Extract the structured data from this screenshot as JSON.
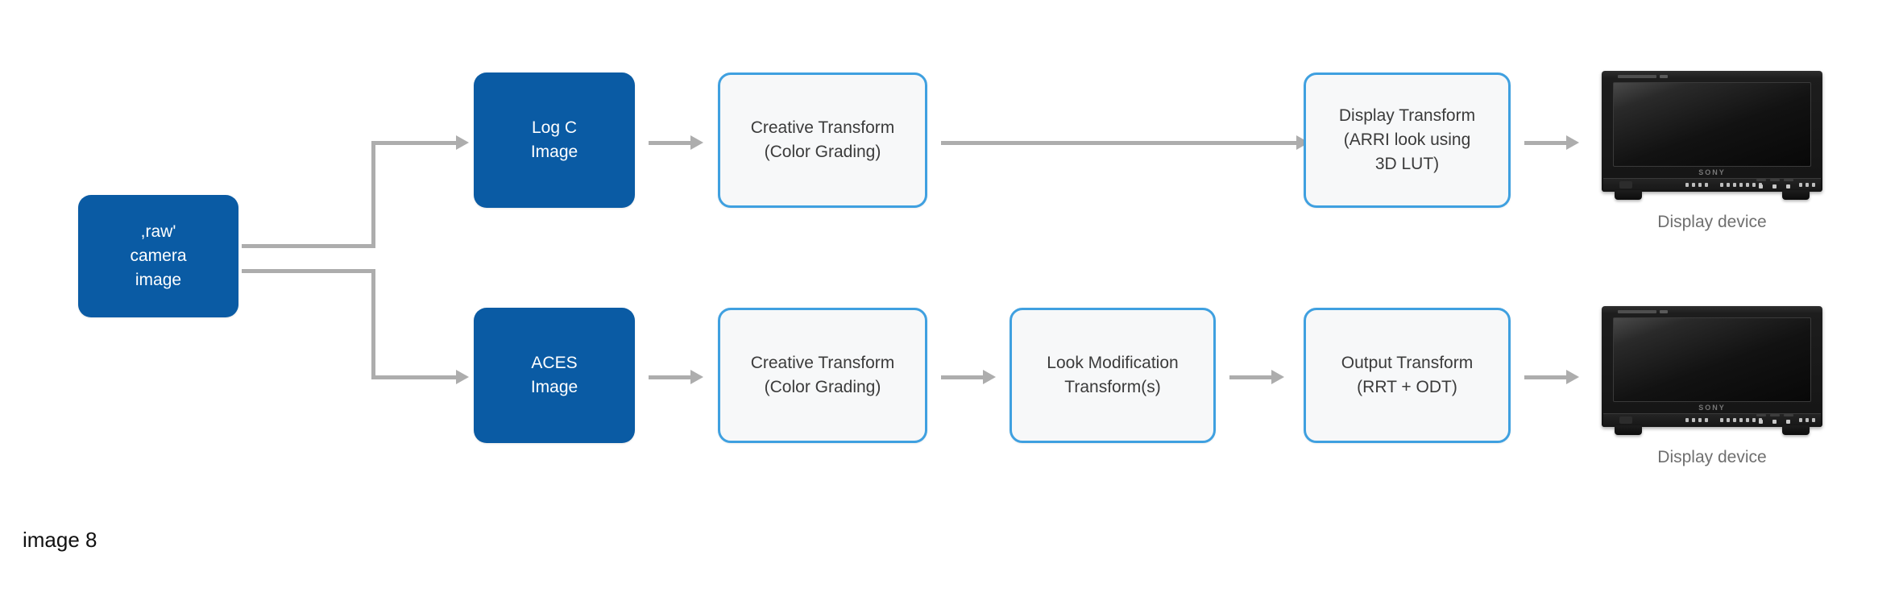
{
  "figure": {
    "caption": "image 8",
    "colors": {
      "solid_node_fill": "#0a5ba4",
      "outline_node_border": "#3fa0e0",
      "outline_node_fill": "#f7f8f9",
      "connector": "#adadad",
      "caption_text": "#6f6f6f",
      "background": "#ffffff"
    }
  },
  "source": {
    "label": ",raw'\ncamera\nimage"
  },
  "branches": [
    {
      "id": "logc",
      "nodes": [
        {
          "id": "logc-image",
          "style": "solid",
          "label": "Log C\nImage"
        },
        {
          "id": "logc-creative",
          "style": "outline",
          "label": "Creative Transform\n(Color Grading)"
        },
        {
          "id": "logc-display",
          "style": "outline",
          "label": "Display Transform\n(ARRI look using\n3D LUT)"
        }
      ],
      "output": {
        "id": "logc-monitor",
        "brand": "SONY",
        "caption": "Display device"
      }
    },
    {
      "id": "aces",
      "nodes": [
        {
          "id": "aces-image",
          "style": "solid",
          "label": "ACES\nImage"
        },
        {
          "id": "aces-creative",
          "style": "outline",
          "label": "Creative Transform\n(Color Grading)"
        },
        {
          "id": "aces-lmt",
          "style": "outline",
          "label": "Look Modification\nTransform(s)"
        },
        {
          "id": "aces-output",
          "style": "outline",
          "label": "Output Transform\n(RRT + ODT)"
        }
      ],
      "output": {
        "id": "aces-monitor",
        "brand": "SONY",
        "caption": "Display device"
      }
    }
  ]
}
